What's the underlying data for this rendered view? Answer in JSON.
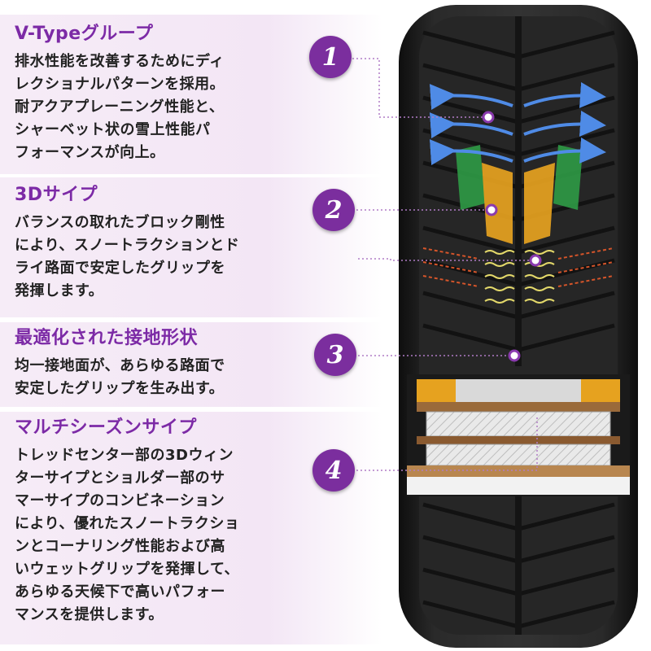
{
  "sections": [
    {
      "number": "1",
      "title": "V-Typeグループ",
      "body": "排水性能を改善するためにディ\nレクショナルパターンを採用。\n耐アクアプレーニング性能と、\nシャーベット状の雪上性能パ\nフォーマンスが向上。"
    },
    {
      "number": "2",
      "title": "3Dサイプ",
      "body": "バランスの取れたブロック剛性\nにより、スノートラクションとド\nライ路面で安定したグリップを\n発揮します。"
    },
    {
      "number": "3",
      "title": "最適化された接地形状",
      "body": "均一接地面が、あらゆる路面で\n安定したグリップを生み出す。"
    },
    {
      "number": "4",
      "title": "マルチシーズンサイプ",
      "body": "トレッドセンター部の3Dウィン\nターサイプとショルダー部のサ\nマーサイプのコンビネーション\nにより、優れたスノートラクショ\nンとコーナリング性能および高\nいウェットグリップを発揮して、\nあらゆる天候下で高いパフォー\nマンスを提供します。"
    }
  ],
  "colors": {
    "accent_purple": "#7b2e9e",
    "title_purple": "#7c2aa6",
    "band_lavender": "#f3e6f5",
    "tire_dark": "#1f1f1f",
    "groove_blue": "#3a78d6",
    "block_green": "#2f9b46",
    "block_orange": "#e6a21f",
    "sipe_yellow": "#e3d86a"
  }
}
